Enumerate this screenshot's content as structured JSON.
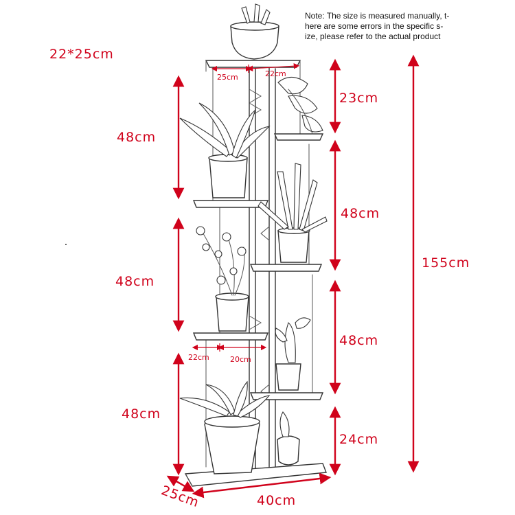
{
  "note": {
    "line1": "Note: The size is measured manually, t-",
    "line2": "here are some errors in the specific s-",
    "line3": "ize, please refer to the actual product"
  },
  "labels": {
    "pot_size": "22*25cm",
    "top_depth": "25cm",
    "top_width": "22cm",
    "left_tier_1": "48cm",
    "left_tier_2": "48cm",
    "left_tier_3": "48cm",
    "right_tier_1": "23cm",
    "right_tier_2": "48cm",
    "right_tier_3": "48cm",
    "right_tier_4": "24cm",
    "total_height": "155cm",
    "mid_left_width": "22cm",
    "mid_right_width": "20cm",
    "base_depth": "25cm",
    "base_width": "40cm"
  },
  "colors": {
    "dimension": "#d0021b",
    "outline": "#333333"
  }
}
